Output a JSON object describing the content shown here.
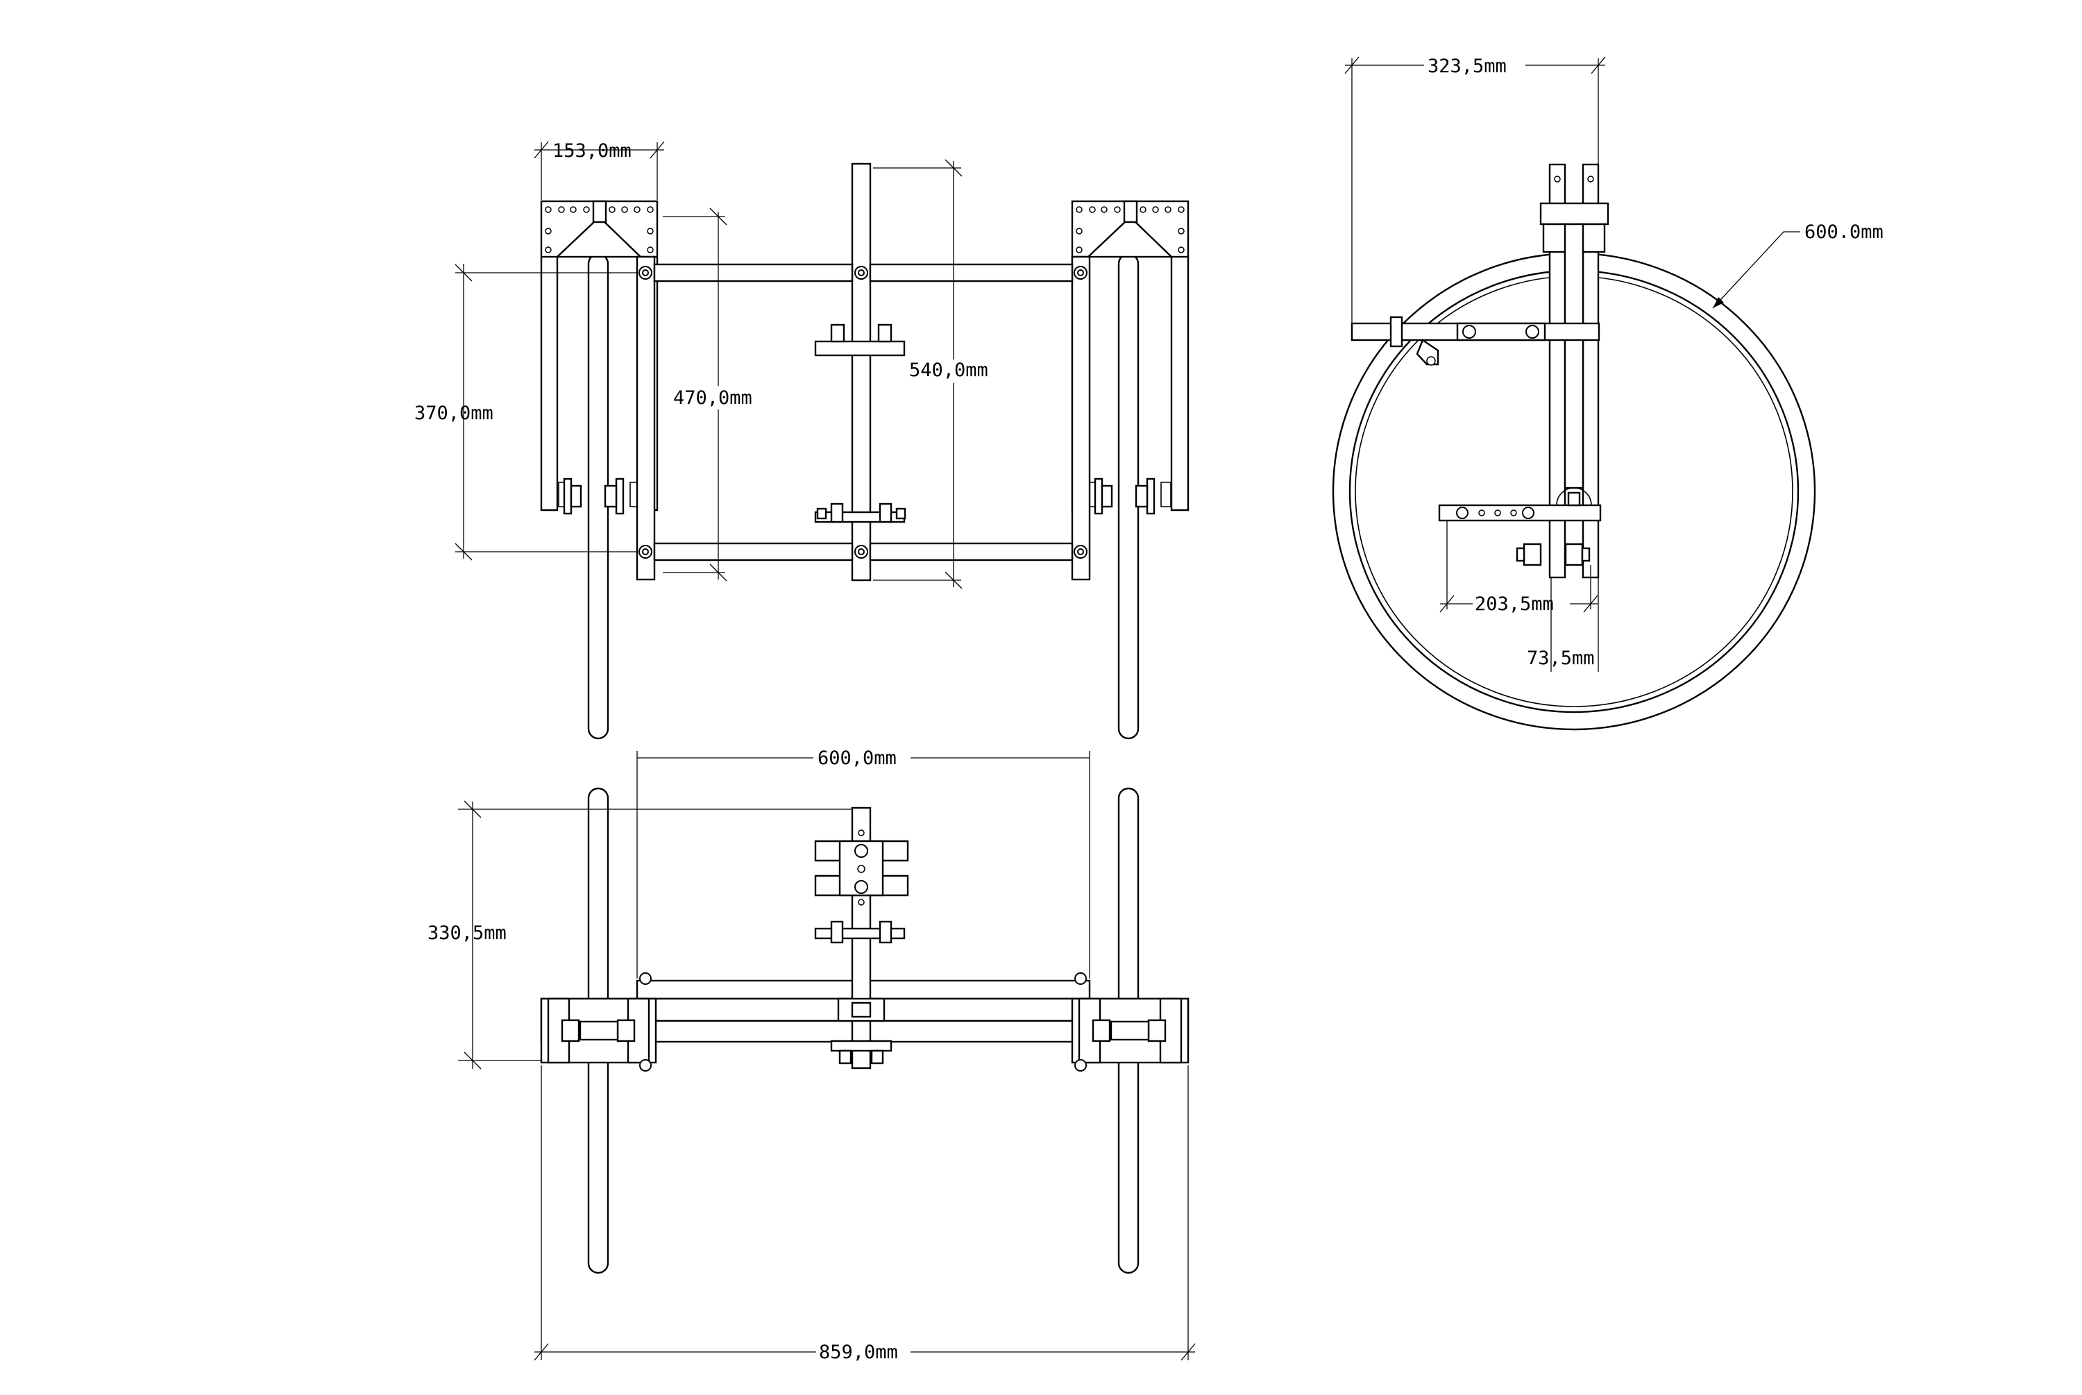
{
  "drawing": {
    "views": [
      "top-view",
      "front-view",
      "side-view"
    ],
    "line_color": "#000000",
    "background": "#ffffff"
  },
  "dimensions": {
    "top_view": {
      "bracket_width": "153,0mm",
      "track_spacing": "370,0mm",
      "frame_length": "470,0mm",
      "crossbar_span": "540,0mm"
    },
    "front_view": {
      "frame_width": "600,0mm",
      "height": "330,5mm",
      "overall_width": "859,0mm"
    },
    "side_view": {
      "arm_length": "323,5mm",
      "wheel_diameter": "600.0mm",
      "mount_offset": "203,5mm",
      "post_offset": "73,5mm"
    }
  }
}
